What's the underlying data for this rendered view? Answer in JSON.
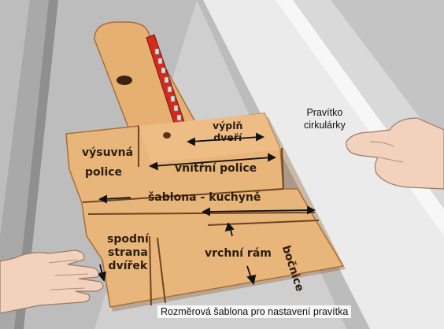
{
  "labels": {
    "vysuvna_police": [
      "výsuvná",
      "police"
    ],
    "vnitrni_police": "vnitřní police",
    "vypln_dveri": [
      "výplň",
      "dveří"
    ],
    "sablona": "šablona - kuchyně",
    "spodni_strana_dvirek": [
      "spodní",
      "strana",
      "dvířek"
    ],
    "vrchni_ram": "vrchní rám",
    "bocnice": "bočnice"
  },
  "annotations": {
    "pravitko": [
      "Pravítko",
      "cirkulárky"
    ],
    "caption": "Rozměrová šablona pro nastavení pravítka"
  },
  "colors": {
    "board": "#e8b57a",
    "board_edge": "#a86f36",
    "blade": "#d42a1c",
    "table": "#c9c9c9",
    "rail": "#e6e6e6",
    "skin": "#f2d2bd"
  }
}
